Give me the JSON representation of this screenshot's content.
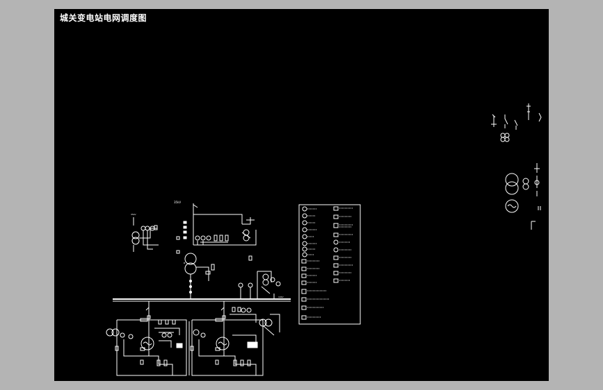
{
  "window": {
    "title": "城关变电站电网调度图",
    "background": "#000000",
    "frame_color": "#b4b4b4",
    "line_color": "#ffffff"
  },
  "drawing": {
    "voltage_top": "35kV",
    "voltage_bus": "10kV"
  }
}
